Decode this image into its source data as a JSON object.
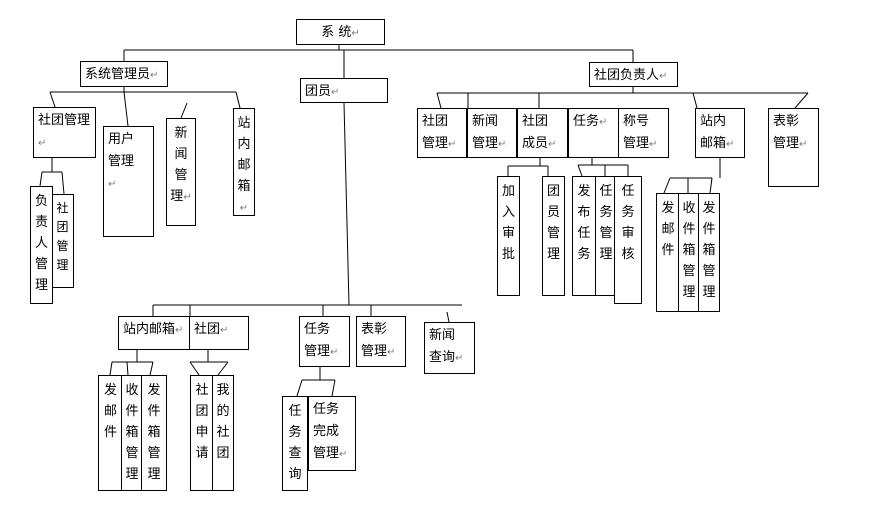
{
  "nodes": {
    "root": "系 统",
    "sysadmin": "系统管理员",
    "member": "团员",
    "leader": "社团负责人",
    "sa_club_mgmt": "社团管理",
    "sa_user_mgmt": "用户管理",
    "sa_news_mgmt": "新闻管理",
    "sa_mailbox": "站内邮箱",
    "sa_head_mgmt": "负责人管理",
    "sa_club_sub": "社团管理",
    "ld_club_mgmt": "社团管理",
    "ld_news_mgmt": "新闻管理",
    "ld_club_members": "社团成员",
    "ld_task": "任务",
    "ld_title_mgmt": "称号管理",
    "ld_mailbox": "站内邮箱",
    "ld_commend": "表彰管理",
    "ld_join_approval": "加入审批",
    "ld_member_mgmt": "团员管理",
    "ld_publish_task": "发布任务",
    "ld_task_mgmt": "任务管理",
    "ld_task_review": "任务审核",
    "ld_send_mail": "发邮件",
    "ld_inbox_mgmt": "收件箱管理",
    "ld_outbox_mgmt": "发件箱管理",
    "mb_mailbox": "站内邮箱",
    "mb_club": "社团",
    "mb_task_mgmt": "任务管理",
    "mb_commend_mgmt": "表彰管理",
    "mb_news_query": "新闻查询",
    "mb_send_mail": "发邮件",
    "mb_inbox_mgmt": "收件箱管理",
    "mb_outbox_mgmt": "发件箱管理",
    "mb_club_apply": "社团申请",
    "mb_my_club": "我的社团",
    "mb_task_query": "任务查询",
    "mb_task_done": "任务完成管理"
  },
  "mark": "↵"
}
